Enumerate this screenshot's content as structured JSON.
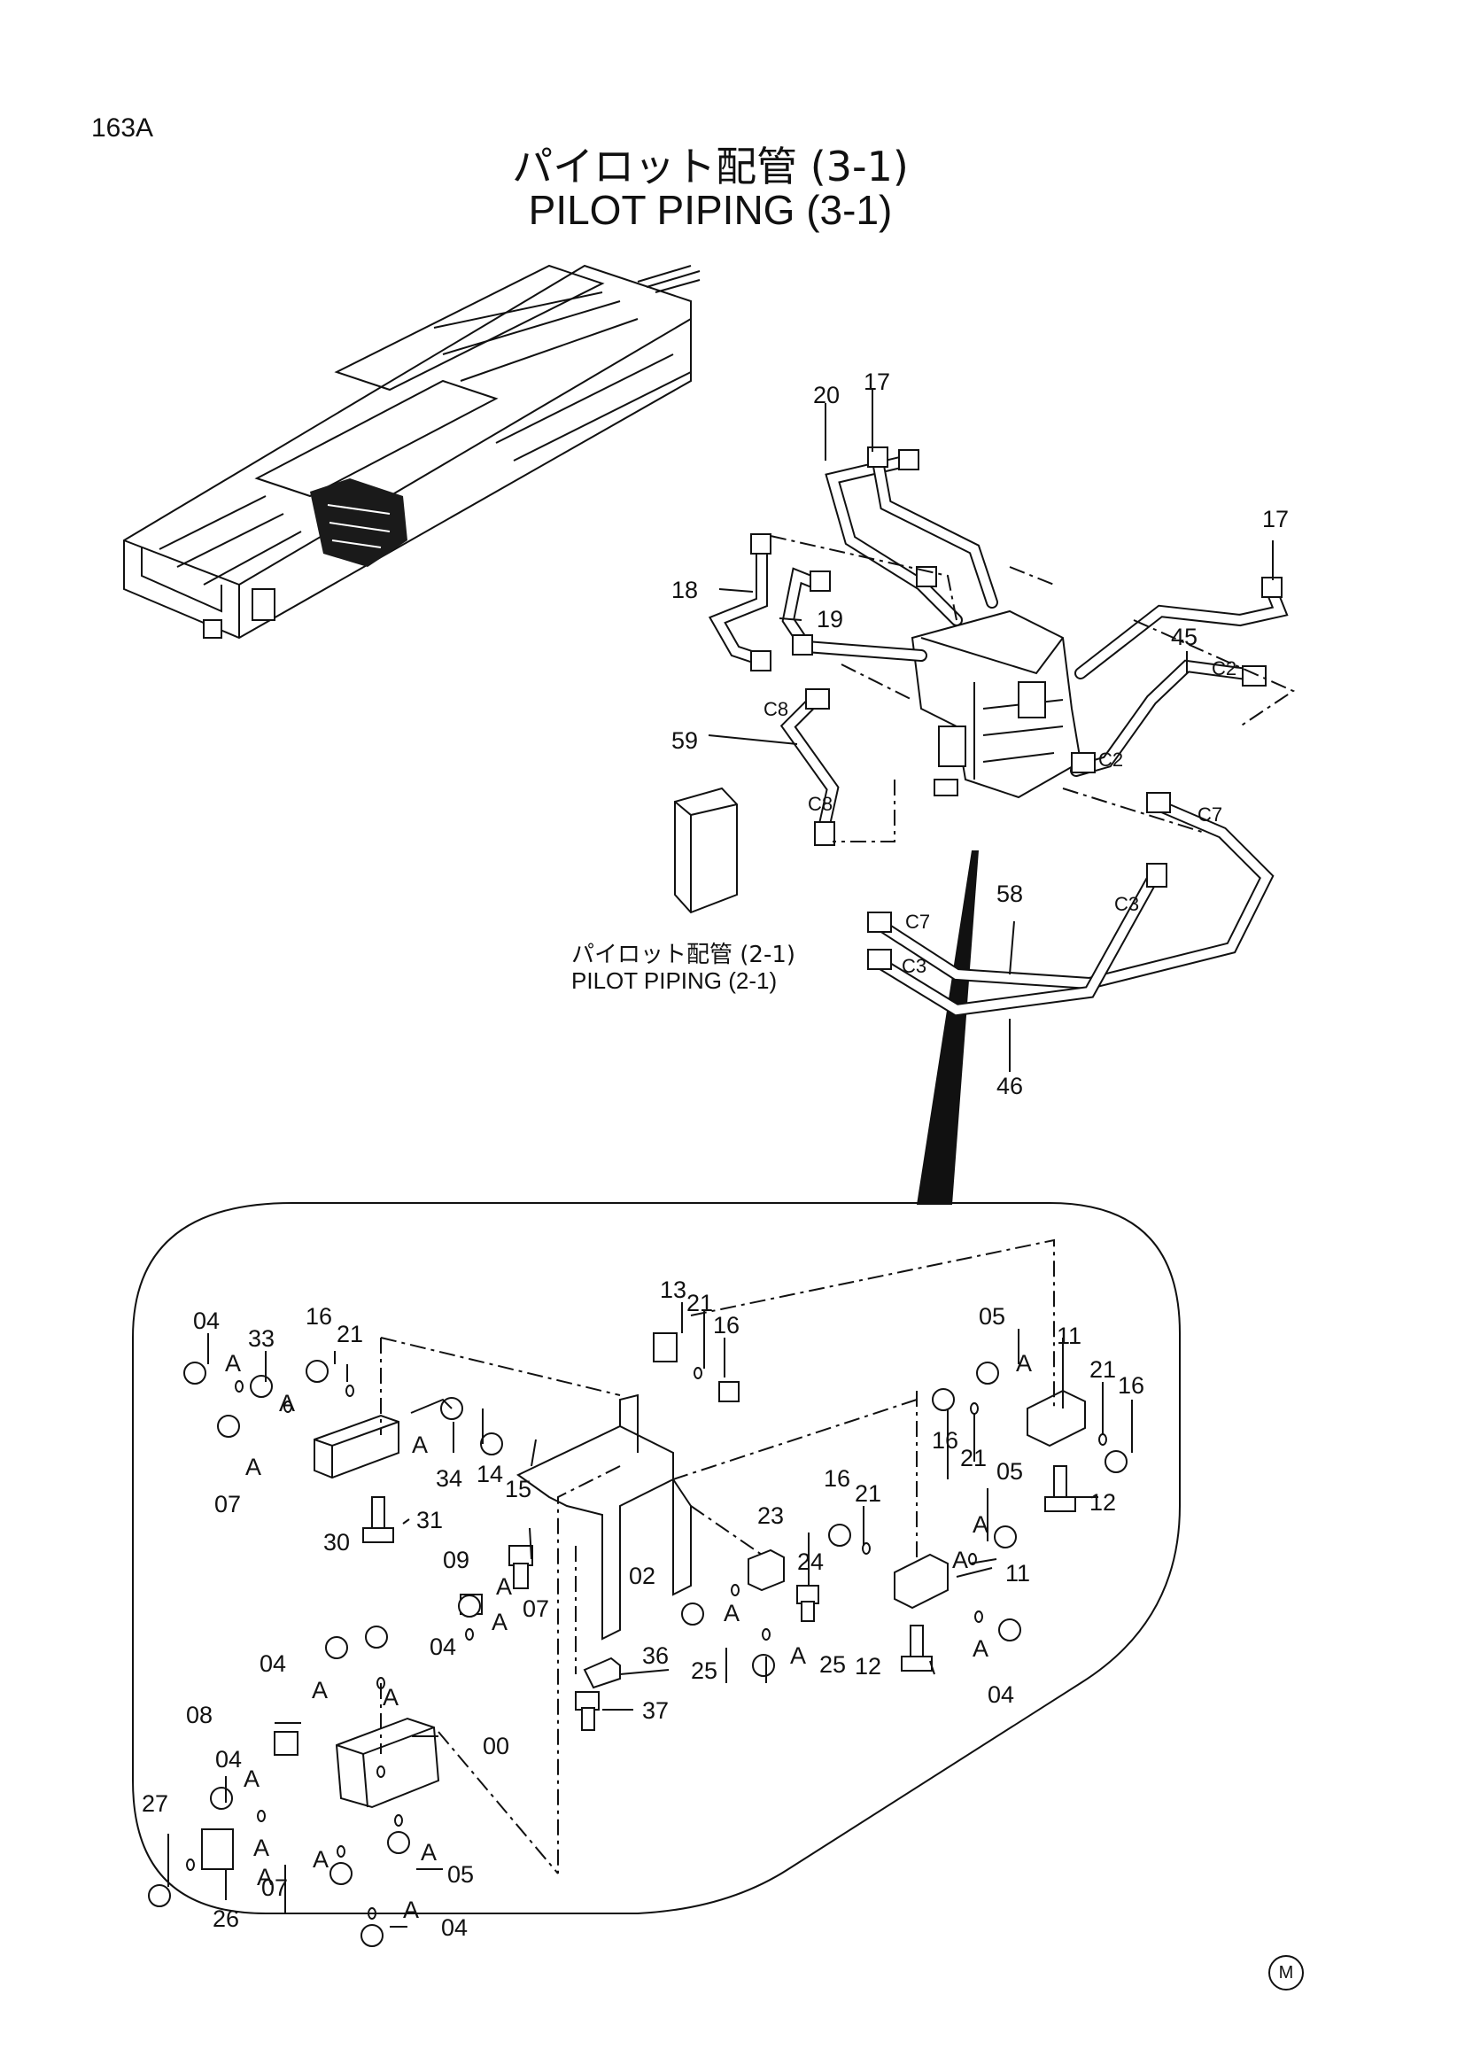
{
  "page": {
    "id": "163A",
    "title_jp": "パイロット配管 (3-1)",
    "title_en": "PILOT PIPING (3-1)",
    "ref_jp": "パイロット配管 (2-1)",
    "ref_en": "PILOT PIPING (2-1)",
    "corner_mark": "M"
  },
  "upper_callouts": [
    "20",
    "17",
    "17",
    "18",
    "19",
    "45",
    "59",
    "58",
    "46"
  ],
  "port_labels": [
    "C8",
    "C8",
    "C2",
    "C2",
    "C7",
    "C7",
    "C3",
    "C3"
  ],
  "detail_callouts": [
    "04",
    "33",
    "16",
    "21",
    "13",
    "21",
    "16",
    "05",
    "11",
    "21",
    "16",
    "16",
    "21",
    "34",
    "14",
    "15",
    "07",
    "30",
    "31",
    "09",
    "02",
    "23",
    "16",
    "21",
    "24",
    "05",
    "11",
    "12",
    "07",
    "04",
    "04",
    "36",
    "25",
    "25",
    "12",
    "04",
    "08",
    "37",
    "00",
    "04",
    "27",
    "07",
    "05",
    "26",
    "04"
  ],
  "detail_keys": [
    "A",
    "A",
    "A",
    "A",
    "A",
    "A",
    "A",
    "A",
    "A",
    "A",
    "A",
    "A",
    "A",
    "A",
    "A",
    "A",
    "A",
    "A",
    "A",
    "A"
  ]
}
